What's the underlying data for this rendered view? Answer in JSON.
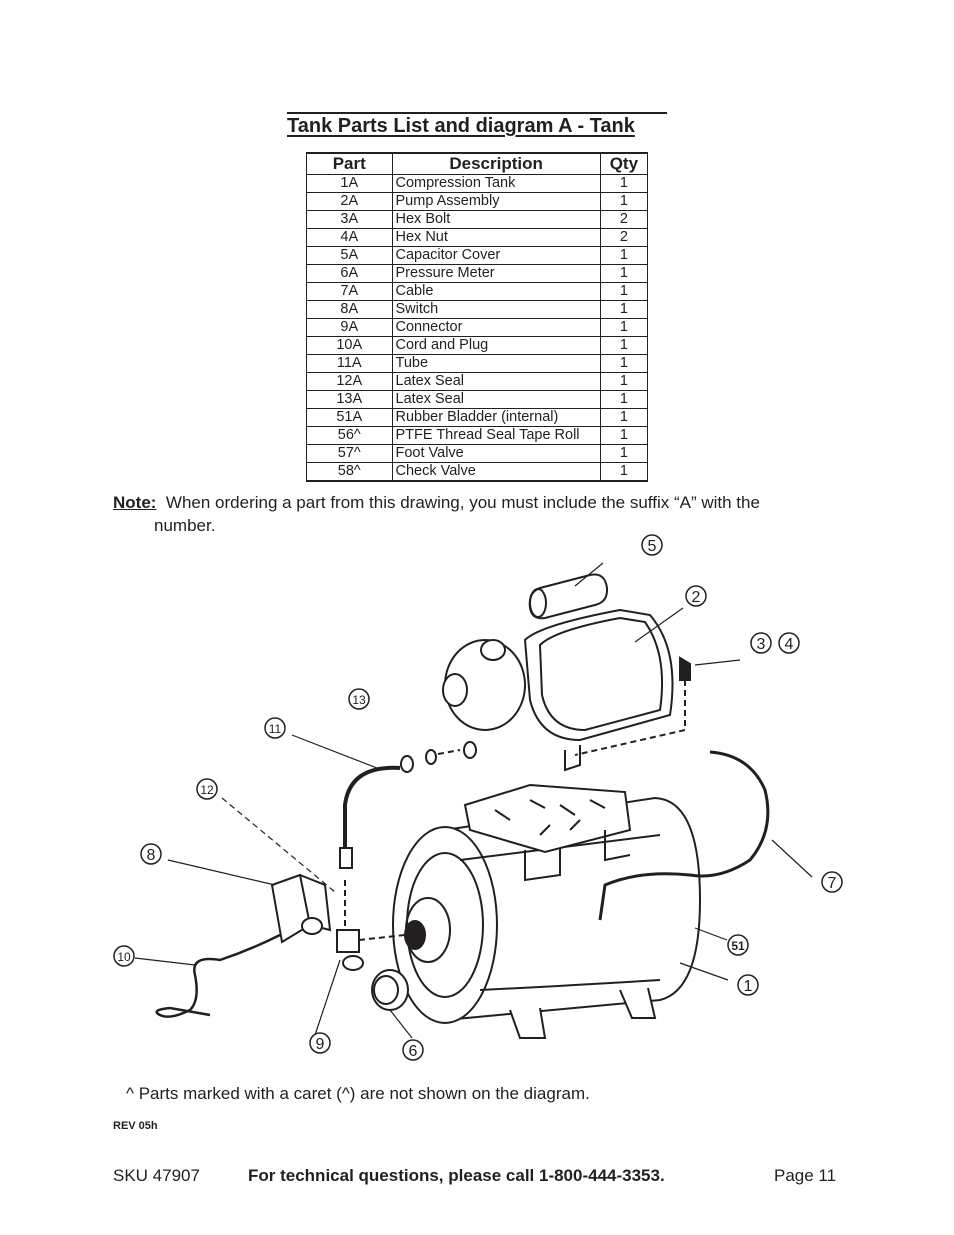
{
  "title": "Tank Parts List and diagram A - Tank",
  "table": {
    "headers": [
      "Part",
      "Description",
      "Qty"
    ],
    "rows": [
      [
        "1A",
        "Compression Tank",
        "1"
      ],
      [
        "2A",
        "Pump Assembly",
        "1"
      ],
      [
        "3A",
        "Hex Bolt",
        "2"
      ],
      [
        "4A",
        "Hex Nut",
        "2"
      ],
      [
        "5A",
        "Capacitor Cover",
        "1"
      ],
      [
        "6A",
        "Pressure Meter",
        "1"
      ],
      [
        "7A",
        "Cable",
        "1"
      ],
      [
        "8A",
        "Switch",
        "1"
      ],
      [
        "9A",
        "Connector",
        "1"
      ],
      [
        "10A",
        "Cord and Plug",
        "1"
      ],
      [
        "11A",
        "Tube",
        "1"
      ],
      [
        "12A",
        "Latex Seal",
        "1"
      ],
      [
        "13A",
        "Latex Seal",
        "1"
      ],
      [
        "51A",
        "Rubber Bladder (internal)",
        "1"
      ],
      [
        "56^",
        "PTFE Thread Seal Tape Roll",
        "1"
      ],
      [
        "57^",
        "Foot Valve",
        "1"
      ],
      [
        "58^",
        "Check Valve",
        "1"
      ]
    ]
  },
  "note": {
    "label": "Note:",
    "text_line1": "When ordering a part from this drawing, you must include the suffix “A” with the",
    "text_line2": "number."
  },
  "callouts": {
    "c1": "1",
    "c2": "2",
    "c3": "3",
    "c4": "4",
    "c5": "5",
    "c6": "6",
    "c7": "7",
    "c8": "8",
    "c9": "9",
    "c10": "10",
    "c11": "11",
    "c12": "12",
    "c13": "13",
    "c51": "51"
  },
  "caret_note": "^ Parts marked with a caret (^) are not shown on the diagram.",
  "rev": "REV 05h",
  "footer": {
    "sku": "SKU 47907",
    "tech": "For technical questions, please call 1-800-444-3353.",
    "page": "Page 11"
  }
}
